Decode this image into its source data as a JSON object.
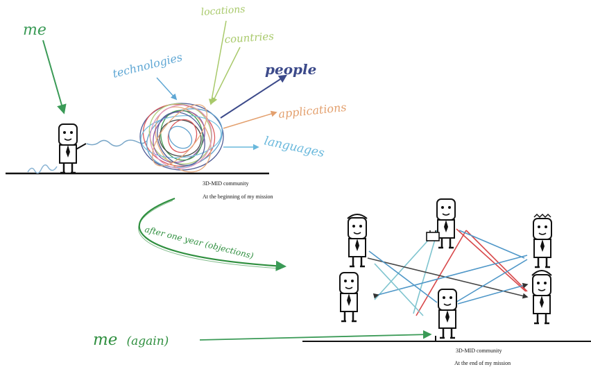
{
  "labels": {
    "me": "me",
    "locations": "locations",
    "countries": "countries",
    "technologies": "technologies",
    "people": "people",
    "applications": "applications",
    "languages": "languages",
    "after_year": "after one year (objections)",
    "me_again_word": "me",
    "me_again_paren": "(again)"
  },
  "captions": {
    "top_line1": "3D-MID community",
    "top_line2": "At the beginning of my mission",
    "bottom_line1": "3D-MID community",
    "bottom_line2": "At the end of my mission"
  },
  "colors": {
    "me": "#3a9a56",
    "locations": "#a8c96a",
    "countries": "#a8c96a",
    "technologies": "#5fa7d4",
    "people": "#3c4a8a",
    "applications": "#e3a06e",
    "languages": "#69b8dc",
    "after_year": "#2f8f3f",
    "network_red": "#d8484a",
    "network_blue": "#4f97c8",
    "network_teal": "#7ec4cf",
    "network_dark": "#444444"
  }
}
